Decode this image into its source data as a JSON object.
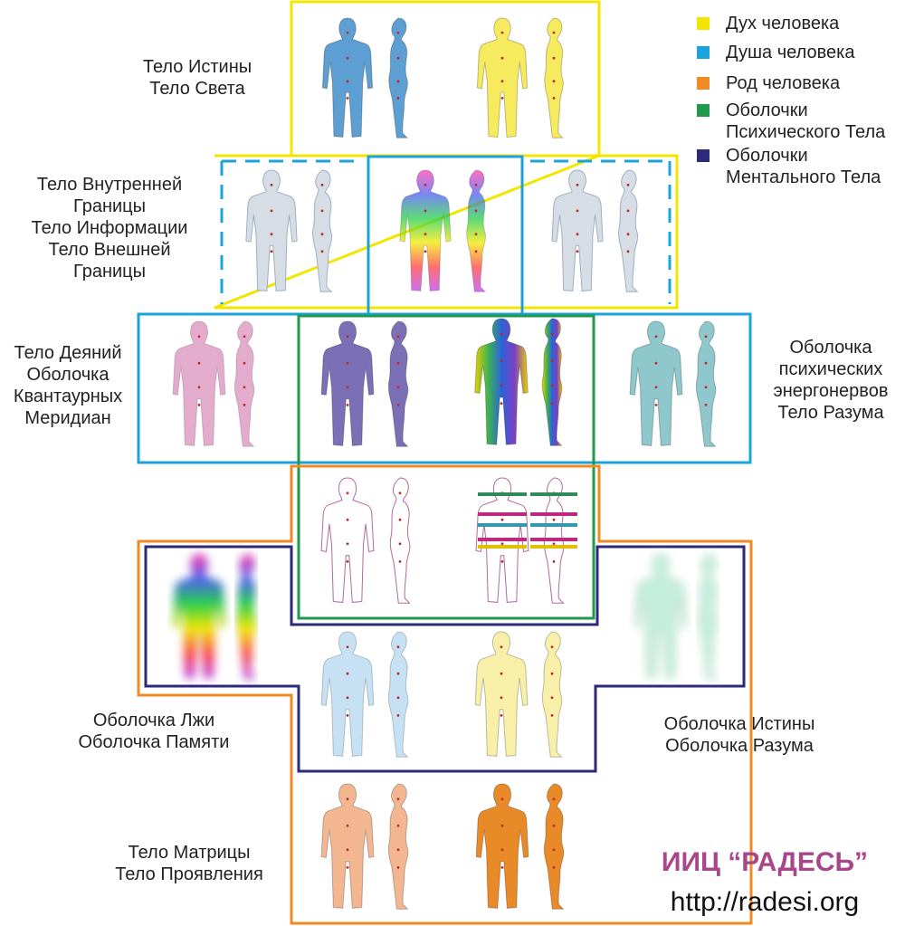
{
  "colors": {
    "spirit": "#f2e600",
    "soul": "#1aa3dd",
    "lineage": "#f08a24",
    "psychic": "#1e9a4a",
    "mental": "#2e2a7a",
    "brand": "#a8468a"
  },
  "legend": [
    {
      "lines": [
        "Дух человека"
      ],
      "color": "#f2e600"
    },
    {
      "lines": [
        "Душа человека"
      ],
      "color": "#1aa3dd"
    },
    {
      "lines": [
        "Род человека"
      ],
      "color": "#f08a24"
    },
    {
      "lines": [
        "Оболочки",
        "Психического Тела"
      ],
      "color": "#1e9a4a"
    },
    {
      "lines": [
        "Оболочки",
        "Ментального Тела"
      ],
      "color": "#2e2a7a"
    }
  ],
  "labels": {
    "truth": [
      "Тело Истины",
      "Тело Света"
    ],
    "boundary": [
      "Тело Внутренней",
      "Границы",
      "Тело Информации",
      "Тело Внешней",
      "Границы"
    ],
    "deeds": [
      "Тело Деяний",
      "Оболочка",
      "Квантаурных",
      "Меридиан"
    ],
    "nerves": [
      "Оболочка",
      "психических",
      "энергонервов",
      "Тело Разума"
    ],
    "lie": [
      "Оболочка Лжи",
      "Оболочка Памяти"
    ],
    "truthShell": [
      "Оболочка Истины",
      "Оболочка Разума"
    ],
    "matrix": [
      "Тело Матрицы",
      "Тело Проявления"
    ]
  },
  "brand": {
    "name": "ИИЦ “РАДЕСЬ”",
    "url": "http://radesi.org"
  }
}
